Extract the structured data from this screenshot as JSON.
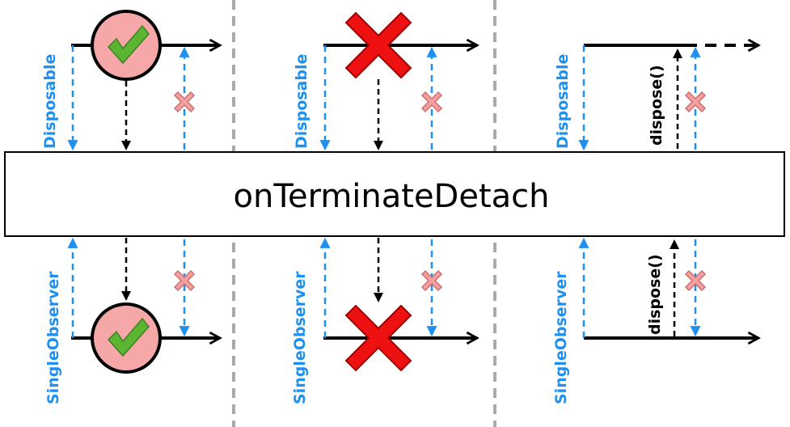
{
  "operator": {
    "name": "onTerminateDetach"
  },
  "labels": {
    "upstream": "Disposable",
    "downstream": "SingleObserver",
    "dispose_call": "dispose()"
  },
  "colors": {
    "blue": "#1e90ef",
    "black": "#000000",
    "divider": "#aaaaaa",
    "success_fill": "#f6a7a7",
    "check_green": "#5bb531",
    "error_red": "#ee1111",
    "small_x_fill": "#f4a0a0",
    "small_x_stroke": "#cc6f6f"
  },
  "panels": [
    {
      "case": "success",
      "top_marker": "checkmark-icon",
      "bottom_marker": "checkmark-icon"
    },
    {
      "case": "error",
      "top_marker": "big-x-icon",
      "bottom_marker": "big-x-icon"
    },
    {
      "case": "dispose",
      "top_marker": "none",
      "bottom_marker": "none"
    }
  ]
}
